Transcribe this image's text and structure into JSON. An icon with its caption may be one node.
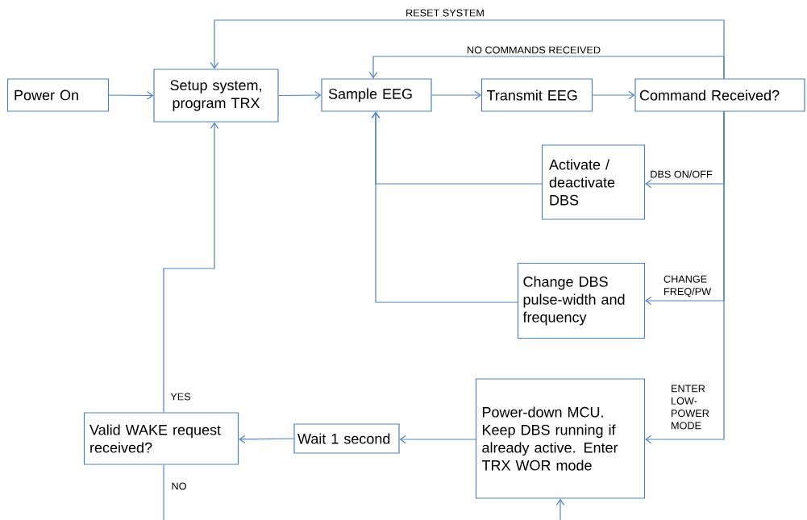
{
  "diagram": {
    "nodes": [
      {
        "text": [
          "Power On"
        ]
      },
      {
        "text": [
          "Setup system, program TRX"
        ]
      },
      {
        "text": [
          "Sample EEG"
        ]
      },
      {
        "text": [
          "Transmit EEG"
        ]
      },
      {
        "text": [
          "Command Received?"
        ]
      },
      {
        "text": [
          "Activate / deactivate DBS"
        ]
      },
      {
        "text": [
          "Change DBS pulse-width and frequency"
        ]
      },
      {
        "text": [
          "Power-down MCU. Keep DBS running if already active. Enter TRX WOR mode"
        ]
      },
      {
        "text": [
          "Wait 1 second"
        ]
      },
      {
        "text": [
          "Valid WAKE request received?"
        ]
      }
    ],
    "edges": [
      {
        "from": 0,
        "to": 1,
        "arrow": "to"
      },
      {
        "from": 1,
        "to": 2,
        "arrow": "to"
      },
      {
        "from": 2,
        "to": 3,
        "arrow": "to"
      },
      {
        "from": 3,
        "to": 4,
        "arrow": "to"
      },
      {
        "from": 4,
        "to": 1,
        "arrow": "to",
        "label": "RESET SYSTEM"
      },
      {
        "from": 4,
        "to": 2,
        "arrow": "to",
        "label": "NO COMMANDS RECEIVED"
      },
      {
        "from": 4,
        "to": 5,
        "arrow": "to",
        "label": "DBS ON/OFF"
      },
      {
        "from": 4,
        "to": 6,
        "arrow": "to",
        "label": "CHANGE FREQ/PW"
      },
      {
        "from": 4,
        "to": 7,
        "arrow": "to",
        "label": "ENTER LOW-POWER MODE"
      },
      {
        "from": 5,
        "to": 2,
        "arrow": "to"
      },
      {
        "from": 6,
        "to": 2,
        "arrow": "to"
      },
      {
        "from": 7,
        "to": 8,
        "arrow": "to"
      },
      {
        "from": 8,
        "to": 9,
        "arrow": "to"
      },
      {
        "from": 9,
        "to": 1,
        "arrow": "to",
        "label": "YES"
      },
      {
        "from": 9,
        "to": null,
        "arrow": "none",
        "label": "NO"
      },
      {
        "from": null,
        "to": 7,
        "arrow": "to"
      }
    ]
  }
}
